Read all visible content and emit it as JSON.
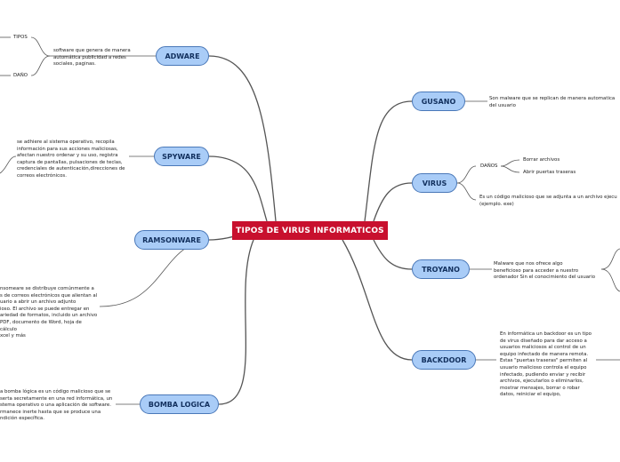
{
  "central": {
    "title": "TIPOS DE VIRUS INFORMATICOS"
  },
  "left": {
    "adware": {
      "label": "ADWARE",
      "description": "software que genera de manera\nautomática publicidad a redes\nsociales, paginas.",
      "sub": [
        "TIPOS",
        "DAÑO"
      ]
    },
    "spyware": {
      "label": "SPYWARE",
      "description": "se adhiere al sistema operativo, recopila\ninformación para sus acciones maliciosas,\nafectan nuestro ordenar y su uso, registra\ncaptura de pantallas, pulsaciones de teclas,\ncredenciales de autenticación,direcciones de\ncorreos electrónicos."
    },
    "ransomware": {
      "label": "RAMSONWARE",
      "description": "nsomeare se distribuye comúnmente a\ns de correos electrónicos que alientan al\nuario a abrir un archivo adjunto\nioso. El archivo se puede entregar en\nariedad de formatos, incluido un archivo\nPDF, documento de Word, hoja de cálculo\nxcel y más"
    },
    "bomba": {
      "label": "BOMBA LOGICA",
      "description": "a bomba lógica es un código malicioso que se\nserta secretamente en una red informática, un\nstema operativo o una aplicación de software.\nrmanece inerte hasta que se produce una\nndición específica."
    }
  },
  "right": {
    "gusano": {
      "label": "GUSANO",
      "description": "Son malware que se replican de manera automatica\ndel usuario"
    },
    "virus": {
      "label": "VIRUS",
      "danos": "DAÑOS",
      "danos_items": [
        "Borrar archivos",
        "Abrir puertas traseras"
      ],
      "description": "Es un código malicioso que se adjunta a un archivo ejecu\n(ejemplo. exe)"
    },
    "troyano": {
      "label": "TROYANO",
      "description": "Malware que nos ofrece algo\nbeneficioso para acceder a nuestro\nordenador Sin el conocimiento del usuario"
    },
    "backdoor": {
      "label": "BACKDOOR",
      "description": "En informática un backdoor es un tipo\nde virus diseñado para dar acceso a\nusuarios maliciosos al control de un\nequipo infectado de manera remota.\nEstas \"puertas traseras\" permiten al\nusuario malicioso controla el equipo\ninfectado, pudiendo enviar y recibir\narchivos, ejecutarlos o eliminarlos,\nmostrar mensajes, borrar o robar\ndatos, reiniciar el equipo,"
    }
  },
  "colors": {
    "central": "#c8102e",
    "node_fill": "#a9ccf7",
    "node_border": "#4a78b8",
    "branch": "#555555"
  }
}
